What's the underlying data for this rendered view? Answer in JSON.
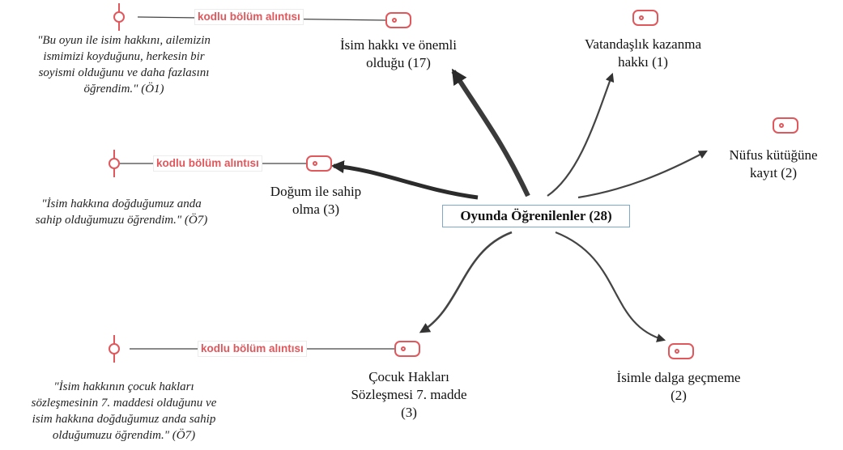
{
  "central": {
    "label": "Oyunda Öğrenilenler (28)"
  },
  "themes": [
    {
      "id": "isim-hakki",
      "label": "İsim hakkı ve önemli\nolduğu (17)"
    },
    {
      "id": "vatandaslik",
      "label": "Vatandaşlık kazanma\nhakkı (1)"
    },
    {
      "id": "nufus",
      "label": "Nüfus kütüğüne\nkayıt (2)"
    },
    {
      "id": "dogum",
      "label": "Doğum ile sahip\nolma (3)"
    },
    {
      "id": "cocuk-haklari",
      "label": "Çocuk Hakları\nSözleşmesi  7. madde\n(3)"
    },
    {
      "id": "dalga",
      "label": "İsimle dalga geçmeme\n(2)"
    }
  ],
  "excerpts": [
    {
      "tag": "kodlu bölüm alıntısı",
      "quote": "\"Bu oyun ile isim hakkını, ailemizin\nismimizi koyduğunu, herkesin bir\nsoyismi olduğunu ve daha fazlasını\nöğrendim.\" (Ö1)"
    },
    {
      "tag": "kodlu bölüm alıntısı",
      "quote": "\"İsim hakkına doğduğumuz anda\nsahip olduğumuzu öğrendim.\" (Ö7)"
    },
    {
      "tag": "kodlu bölüm alıntısı",
      "quote": "\"İsim hakkının çocuk hakları\nsözleşmesinin 7. maddesi olduğunu ve\nisim hakkına doğduğumuz anda sahip\nolduğumuzu öğrendim.\" (Ö7)"
    }
  ],
  "colors": {
    "code_red": "#e0575c",
    "central_border": "#7fa7c9",
    "arrow_dark": "#2b2b2b",
    "arrow_gray": "#444444"
  }
}
